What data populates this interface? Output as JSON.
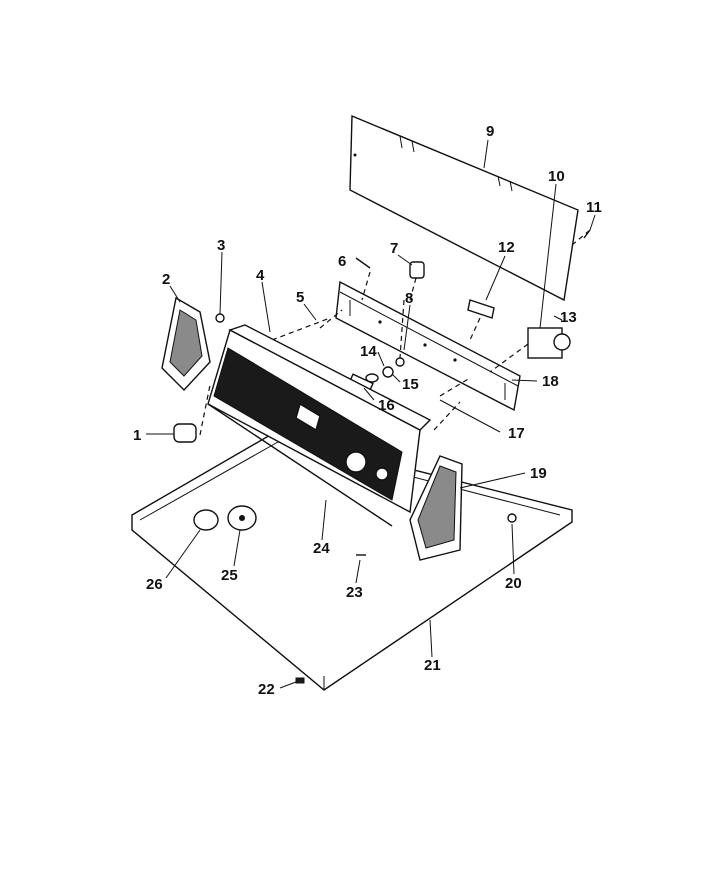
{
  "diagram": {
    "callouts": [
      {
        "id": "1",
        "text": "1"
      },
      {
        "id": "2",
        "text": "2"
      },
      {
        "id": "3",
        "text": "3"
      },
      {
        "id": "4",
        "text": "4"
      },
      {
        "id": "5",
        "text": "5"
      },
      {
        "id": "6",
        "text": "6"
      },
      {
        "id": "7",
        "text": "7"
      },
      {
        "id": "8",
        "text": "8"
      },
      {
        "id": "9",
        "text": "9"
      },
      {
        "id": "10",
        "text": "10"
      },
      {
        "id": "11",
        "text": "11"
      },
      {
        "id": "12",
        "text": "12"
      },
      {
        "id": "13",
        "text": "13"
      },
      {
        "id": "14",
        "text": "14"
      },
      {
        "id": "15",
        "text": "15"
      },
      {
        "id": "16",
        "text": "16"
      },
      {
        "id": "17",
        "text": "17"
      },
      {
        "id": "18",
        "text": "18"
      },
      {
        "id": "19",
        "text": "19"
      },
      {
        "id": "20",
        "text": "20"
      },
      {
        "id": "21",
        "text": "21"
      },
      {
        "id": "22",
        "text": "22"
      },
      {
        "id": "23",
        "text": "23"
      },
      {
        "id": "24",
        "text": "24"
      },
      {
        "id": "25",
        "text": "25"
      },
      {
        "id": "26",
        "text": "26"
      }
    ]
  }
}
